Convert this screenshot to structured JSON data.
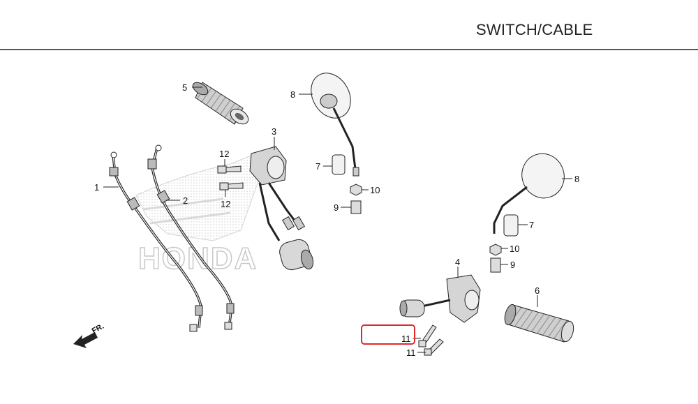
{
  "header": {
    "title": "SWITCH/CABLE"
  },
  "watermark": {
    "brand": "HONDA"
  },
  "direction_label": "FR.",
  "callouts": [
    {
      "id": "c1",
      "text": "1"
    },
    {
      "id": "c2",
      "text": "2"
    },
    {
      "id": "c3",
      "text": "3"
    },
    {
      "id": "c4",
      "text": "4"
    },
    {
      "id": "c5",
      "text": "5"
    },
    {
      "id": "c6",
      "text": "6"
    },
    {
      "id": "c7a",
      "text": "7"
    },
    {
      "id": "c7b",
      "text": "7"
    },
    {
      "id": "c8a",
      "text": "8"
    },
    {
      "id": "c8b",
      "text": "8"
    },
    {
      "id": "c9a",
      "text": "9"
    },
    {
      "id": "c9b",
      "text": "9"
    },
    {
      "id": "c10a",
      "text": "10"
    },
    {
      "id": "c10b",
      "text": "10"
    },
    {
      "id": "c11a",
      "text": "11"
    },
    {
      "id": "c11b",
      "text": "11"
    },
    {
      "id": "c12a",
      "text": "12"
    },
    {
      "id": "c12b",
      "text": "12"
    }
  ],
  "highlight": {
    "color": "#e0282a"
  },
  "colors": {
    "line": "#222222",
    "part_fill": "#dcdcdc",
    "dark": "#555555"
  }
}
